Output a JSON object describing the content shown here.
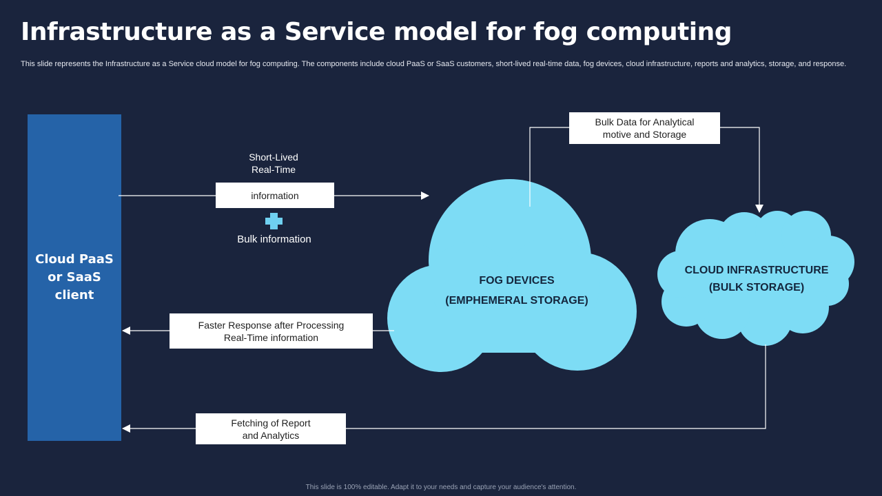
{
  "title": "Infrastructure as a Service model for fog computing",
  "subtitle": "This slide represents the Infrastructure as a Service cloud model for fog computing. The components include cloud PaaS or SaaS customers, short-lived real-time data, fog devices, cloud infrastructure, reports and analytics, storage, and response.",
  "client": {
    "label": "Cloud PaaS\nor SaaS\nclient"
  },
  "flows": {
    "short_lived": "Short-Lived\nReal-Time",
    "information": "information",
    "plus_icon": "plus-icon",
    "bulk_information": "Bulk information",
    "faster_response": "Faster Response after Processing\nReal-Time information",
    "fetching_report": "Fetching of Report\nand Analytics",
    "bulk_data": "Bulk Data for Analytical\nmotive and Storage"
  },
  "fog": {
    "line1": "FOG DEVICES",
    "line2": "(EMPHEMERAL STORAGE)"
  },
  "cloud_infra": {
    "line1": "CLOUD INFRASTRUCTURE",
    "line2": "(BULK STORAGE)"
  },
  "colors": {
    "background": "#1a243d",
    "client_box": "#2563a8",
    "cloud": "#7ddcf5",
    "plus": "#6fd0f0"
  },
  "footer": "This slide is 100% editable.  Adapt it to your needs and capture your audience's attention."
}
